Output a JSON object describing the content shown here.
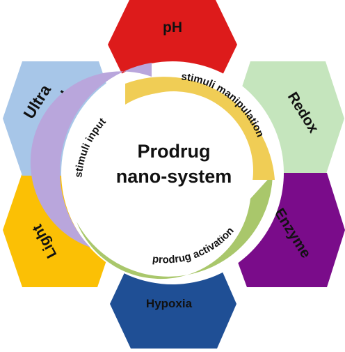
{
  "center": {
    "line1": "Prodrug",
    "line2": "nano-system"
  },
  "stimuli": [
    {
      "id": "ph",
      "label": "pH",
      "color": "#dd1b1b"
    },
    {
      "id": "redox",
      "label": "Redox",
      "color": "#c5e5bd"
    },
    {
      "id": "enzyme",
      "label": "Enzyme",
      "color": "#7a0c8a"
    },
    {
      "id": "hypoxia",
      "label": "Hypoxia",
      "color": "#1f4f95"
    },
    {
      "id": "light",
      "label": "Light",
      "color": "#fbc005"
    },
    {
      "id": "ultrasound",
      "label_line1": "Ultra",
      "label_line2": "sound",
      "color": "#a7c6e8"
    }
  ],
  "cycle": [
    {
      "id": "stimuli-manipulation",
      "label": "stimuli manipulation",
      "color": "#f0cd55"
    },
    {
      "id": "prodrug-activation",
      "label": "prodrug activation",
      "color": "#a9c76b"
    },
    {
      "id": "stimuli-input",
      "label": "stimuli input",
      "color": "#b9a6dc"
    }
  ]
}
